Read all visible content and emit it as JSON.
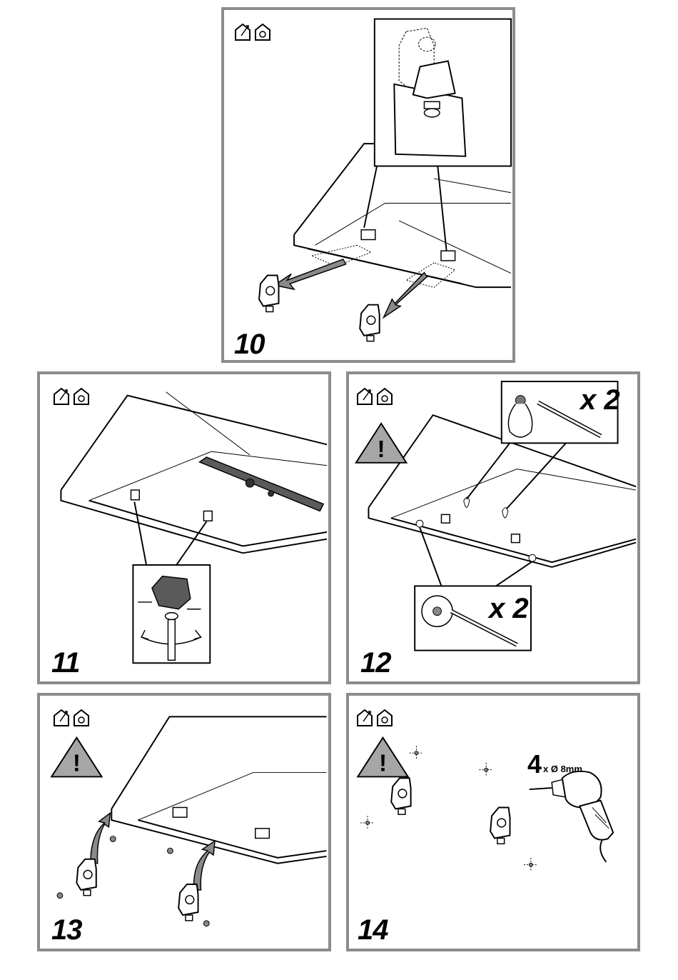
{
  "steps": [
    {
      "id": "step-10",
      "number": "10"
    },
    {
      "id": "step-11",
      "number": "11"
    },
    {
      "id": "step-12",
      "number": "12",
      "multiplier_top": "x 2",
      "multiplier_bottom": "x 2"
    },
    {
      "id": "step-13",
      "number": "13"
    },
    {
      "id": "step-14",
      "number": "14",
      "drill_count": "4",
      "drill_spec": "x Ø 8mm"
    }
  ],
  "icons": {
    "house_pair": "house-install-icon",
    "warning": "warning-triangle-icon",
    "drill": "power-drill-icon",
    "pencil": "pencil-icon",
    "screwdriver": "screwdriver-icon",
    "bracket": "wall-bracket-icon"
  },
  "colors": {
    "panel_border": "#8c8c8c",
    "warning_fill": "#a6a6a6",
    "bracket_dark": "#5a5a5a",
    "arrow_fill": "#8a8a8a"
  }
}
